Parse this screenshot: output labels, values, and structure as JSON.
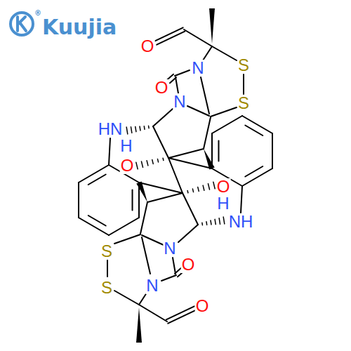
{
  "diagram": {
    "labels": [
      "Kuujia",
      "®",
      "O",
      "S",
      "N",
      "O",
      "N",
      "S",
      "HN",
      "H",
      "O",
      "O",
      "H",
      "NH",
      "N",
      "S",
      "O",
      "N",
      "S",
      "O"
    ]
  }
}
